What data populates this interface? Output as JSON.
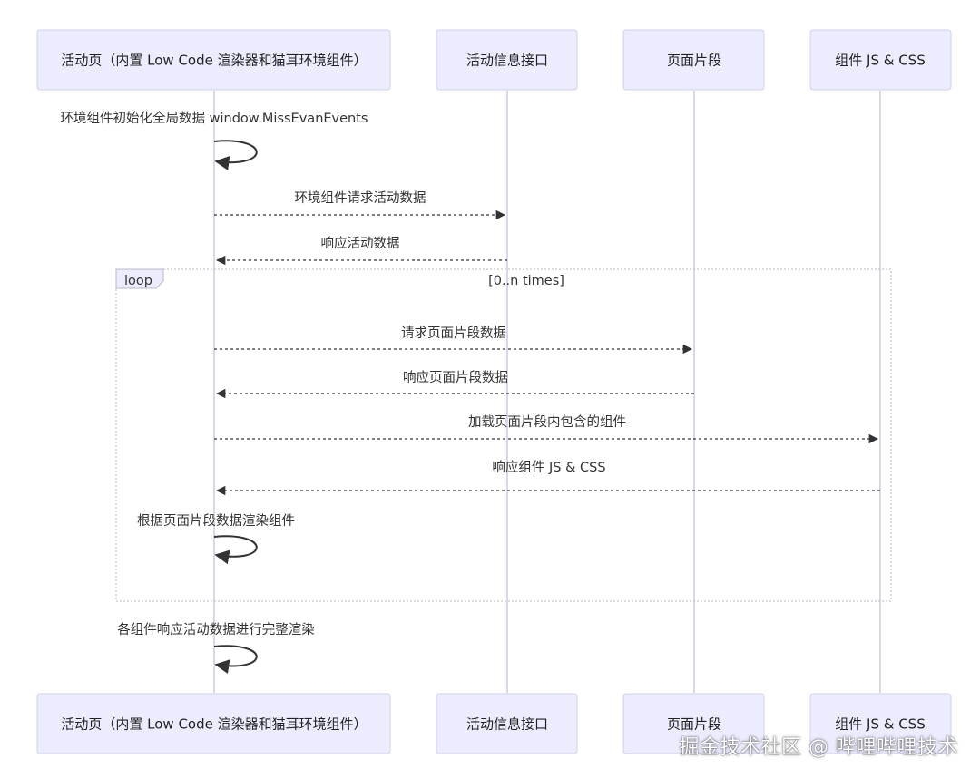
{
  "participants": [
    {
      "id": "page",
      "label": "活动页（内置 Low Code 渲染器和猫耳环境组件）"
    },
    {
      "id": "api",
      "label": "活动信息接口"
    },
    {
      "id": "fragment",
      "label": "页面片段"
    },
    {
      "id": "assets",
      "label": "组件 JS & CSS"
    }
  ],
  "messages": [
    {
      "from": "page",
      "to": "page",
      "text": "环境组件初始化全局数据 window.MissEvanEvents",
      "style": "self"
    },
    {
      "from": "page",
      "to": "api",
      "text": "环境组件请求活动数据",
      "style": "dashed"
    },
    {
      "from": "api",
      "to": "page",
      "text": "响应活动数据",
      "style": "dashed"
    },
    {
      "from": "page",
      "to": "fragment",
      "text": "请求页面片段数据",
      "style": "dashed"
    },
    {
      "from": "fragment",
      "to": "page",
      "text": "响应页面片段数据",
      "style": "dashed"
    },
    {
      "from": "page",
      "to": "assets",
      "text": "加载页面片段内包含的组件",
      "style": "dashed"
    },
    {
      "from": "assets",
      "to": "page",
      "text": "响应组件 JS & CSS",
      "style": "dashed"
    },
    {
      "from": "page",
      "to": "page",
      "text": "根据页面片段数据渲染组件",
      "style": "self"
    },
    {
      "from": "page",
      "to": "page",
      "text": "各组件响应活动数据进行完整渲染",
      "style": "self"
    }
  ],
  "loop": {
    "label": "loop",
    "condition": "[0..n times]"
  },
  "watermark": "掘金技术社区 @ 哔哩哔哩技术"
}
